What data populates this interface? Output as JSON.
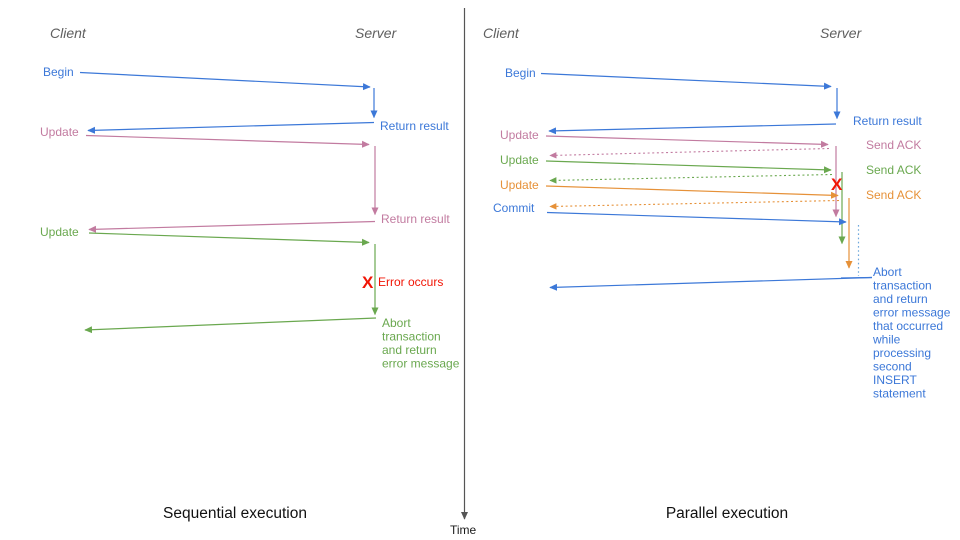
{
  "diagram": {
    "left": {
      "caption": "Sequential execution",
      "client_header": "Client",
      "server_header": "Server",
      "begin_label": "Begin",
      "return_result_1": "Return result",
      "update_1": "Update",
      "return_result_2": "Return result",
      "update_2": "Update",
      "error_x": "X",
      "error_label": "Error occurs",
      "abort_lines": [
        "Abort",
        "transaction",
        "and return",
        "error message"
      ]
    },
    "right": {
      "caption": "Parallel execution",
      "client_header": "Client",
      "server_header": "Server",
      "begin_label": "Begin",
      "return_result": "Return result",
      "update_1": "Update",
      "send_ack_1": "Send ACK",
      "update_2": "Update",
      "send_ack_2": "Send ACK",
      "update_3": "Update",
      "send_ack_3": "Send ACK",
      "commit_label": "Commit",
      "error_x": "X",
      "abort_lines": [
        "Abort",
        "transaction",
        "and return",
        "error message",
        "that occurred",
        "while",
        "processing",
        "second",
        "INSERT",
        "statement"
      ]
    },
    "time_axis_label": "Time",
    "colors": {
      "blue": "#3c78d8",
      "pink": "#c27ba0",
      "green": "#6aa84f",
      "orange": "#e69138",
      "red": "#f11505",
      "light_blue": "#6fa8dc",
      "axis_gray": "#555555",
      "header_gray": "#5f5f5f",
      "caption_black": "#111111"
    }
  }
}
